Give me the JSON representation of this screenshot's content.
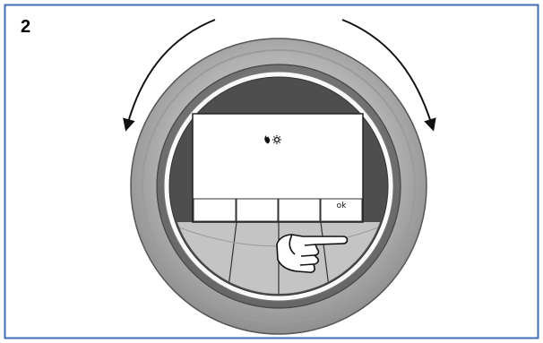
{
  "figure": {
    "step_number": "2",
    "display": {
      "status_icons": [
        "flame-icon",
        "sun-icon"
      ],
      "softkeys": [
        "",
        "",
        "",
        "ok"
      ]
    },
    "rotation_arrows": [
      "counterclockwise",
      "clockwise"
    ],
    "pointing_hand": "hand-pointing-icon",
    "colors": {
      "frame_blue": "#3b6fb6",
      "ring_grey": "#a8a8a8",
      "ring_dark": "#7d7d7d",
      "face_dark": "#4e4e4e",
      "button_grey": "#c4c4c4"
    }
  }
}
